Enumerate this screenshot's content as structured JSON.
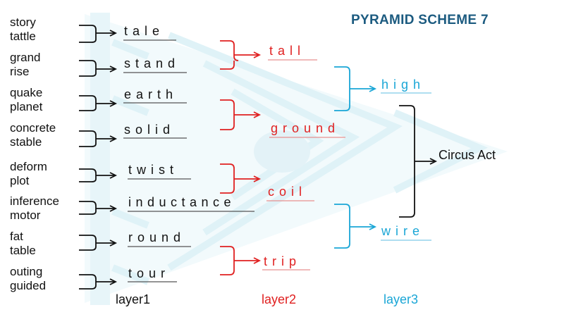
{
  "title": "PYRAMID SCHEME 7",
  "colors": {
    "title": "#1c5b80",
    "layer1": "#111111",
    "layer2": "#e02020",
    "layer3": "#1aa6d6",
    "background_art": "#dff3f8"
  },
  "clues": [
    {
      "line1": "story",
      "line2": "tattle"
    },
    {
      "line1": "grand",
      "line2": "rise"
    },
    {
      "line1": "quake",
      "line2": "planet"
    },
    {
      "line1": "concrete",
      "line2": "stable"
    },
    {
      "line1": "deform",
      "line2": "plot"
    },
    {
      "line1": "inference",
      "line2": "motor"
    },
    {
      "line1": "fat",
      "line2": "table"
    },
    {
      "line1": "outing",
      "line2": "guided"
    }
  ],
  "layer1_words": [
    "tale",
    "stand",
    "earth",
    "solid",
    "twist",
    "inductance",
    "round",
    "tour"
  ],
  "layer2_words": [
    "tall",
    "ground",
    "coil",
    "trip"
  ],
  "layer3_words": [
    "high",
    "wire"
  ],
  "final_answer": "Circus Act",
  "layer_labels": [
    "layer1",
    "layer2",
    "layer3"
  ]
}
